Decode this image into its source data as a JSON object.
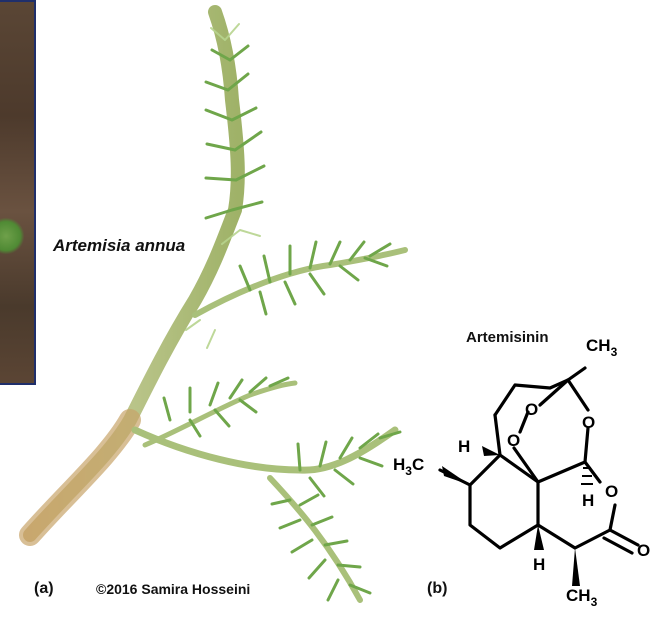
{
  "panel_a": {
    "tag": "(a)",
    "species_name": "Artemisia annua",
    "copyright": "©2016 Samira Hosseini"
  },
  "panel_b": {
    "tag": "(b)",
    "compound_name": "Artemisinin",
    "atoms": {
      "ch3_top": "CH",
      "ch3_top_sub": "3",
      "h3c_left": "H",
      "h3c_left_sub": "3",
      "h3c_left_c": "C",
      "ch3_bottom": "CH",
      "ch3_bottom_sub": "3",
      "h_upper": "H",
      "h_wedge": "H",
      "h_lower": "H",
      "o_peroxide_1": "O",
      "o_peroxide_2": "O",
      "o_ring": "O",
      "o_lactone": "O",
      "o_carbonyl": "O"
    }
  },
  "colors": {
    "stem": "#a9b86a",
    "stem_dark": "#8a9a4e",
    "leaf": "#7fb15a",
    "leaf_light": "#b7d48e",
    "frame": "#1f2f6b"
  },
  "icons": [
    "plant-illustration",
    "photo-thumbnail",
    "skeletal-formula"
  ]
}
